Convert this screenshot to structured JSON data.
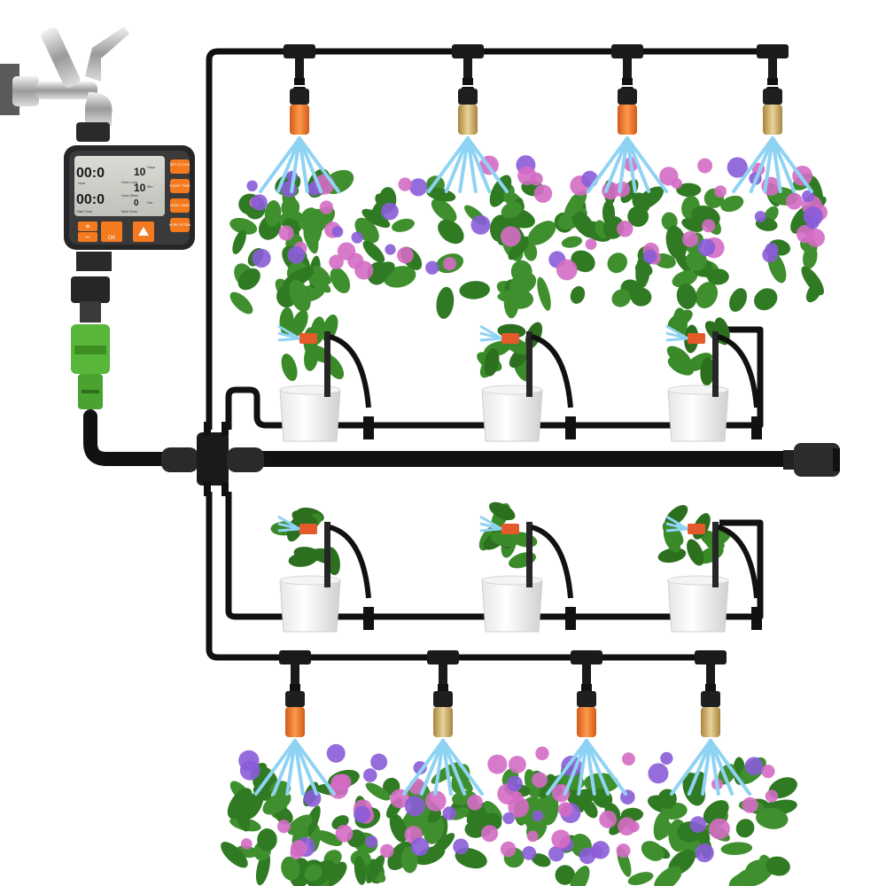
{
  "timer": {
    "buttons": {
      "set_clock": "SET CLOCK",
      "start_time": "START TIME",
      "how_long": "HOW LONG",
      "how_often": "HOW OFTEN",
      "plus": "+",
      "minus": "−",
      "ok": "OK"
    },
    "display": {
      "clock_digits": "00:0",
      "start_digits": "00:0",
      "how_long_value": "10",
      "how_long_unit": "Min",
      "how_often_value": "0",
      "how_often_unit": "Hrs",
      "days_label": "Days",
      "label_how_long": "How Long",
      "label_how_often": "How Often",
      "label_start_time": "Start Time",
      "label_next_time": "Next Time",
      "label_now": "Now"
    }
  },
  "colors": {
    "tubing": "#111111",
    "orange_nozzle": "#f07a2a",
    "brass_nozzle": "#c9a85a",
    "spray": "#8fd3f4",
    "timer_accent": "#f47a20",
    "hydrangea_pink": "#d46bc4",
    "hydrangea_purple": "#8a5cd8",
    "leaf_green": "#3f8f2e",
    "connector_green": "#58b63a"
  }
}
